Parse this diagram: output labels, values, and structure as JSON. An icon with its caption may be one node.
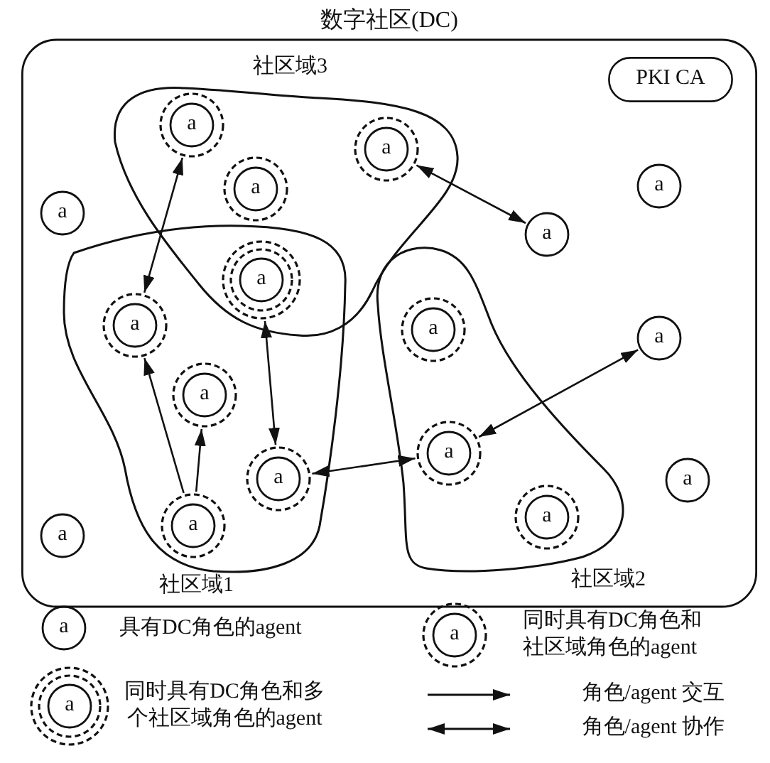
{
  "diagram": {
    "nodes": [
      {
        "text": [
          "数字社区(DC)"
        ]
      },
      {
        "text": [
          "PKI CA"
        ],
        "in": 0
      },
      {
        "text": [
          "社区域3"
        ],
        "in": 0
      },
      {
        "text": [
          "社区域1"
        ],
        "in": 0
      },
      {
        "text": [
          "社区域2"
        ],
        "in": 0
      },
      {
        "text": [
          "a"
        ],
        "in": 2
      },
      {
        "text": [
          "a"
        ],
        "in": 2
      },
      {
        "text": [
          "a"
        ],
        "in": 0
      },
      {
        "text": [
          "a"
        ],
        "in": 2
      },
      {
        "text": [
          "a"
        ],
        "in": 0
      },
      {
        "text": [
          "a"
        ],
        "in": 0
      },
      {
        "text": [
          "a"
        ]
      },
      {
        "text": [
          "a"
        ],
        "in": 3
      },
      {
        "text": [
          "a"
        ],
        "in": 4
      },
      {
        "text": [
          "a"
        ],
        "in": 0
      },
      {
        "text": [
          "a"
        ],
        "in": 3
      },
      {
        "text": [
          "a"
        ],
        "in": 4
      },
      {
        "text": [
          "a"
        ],
        "in": 3
      },
      {
        "text": [
          "a"
        ],
        "in": 0
      },
      {
        "text": [
          "a"
        ],
        "in": 4
      },
      {
        "text": [
          "a"
        ],
        "in": 3
      },
      {
        "text": [
          "a"
        ],
        "in": 0
      }
    ],
    "edges": [
      {
        "from": 5,
        "to": 12,
        "arrow": "both"
      },
      {
        "from": 6,
        "to": 10,
        "arrow": "both"
      },
      {
        "from": 11,
        "to": 17,
        "arrow": "both"
      },
      {
        "from": 20,
        "to": 12,
        "arrow": "to"
      },
      {
        "from": 20,
        "to": 15,
        "arrow": "to"
      },
      {
        "from": 17,
        "to": 16,
        "arrow": "both"
      },
      {
        "from": 16,
        "to": 14,
        "arrow": "both"
      }
    ],
    "labels": [
      "a",
      "a",
      "a"
    ],
    "legend": [
      {
        "text": "具有DC角色的agent"
      },
      {
        "text": "同时具有DC角色和社区域角色的agent"
      },
      {
        "text": "同时具有DC角色和多个社区域角色的agent"
      },
      {
        "text": "角色/agent 交互"
      },
      {
        "text": "角色/agent 协作"
      }
    ]
  }
}
